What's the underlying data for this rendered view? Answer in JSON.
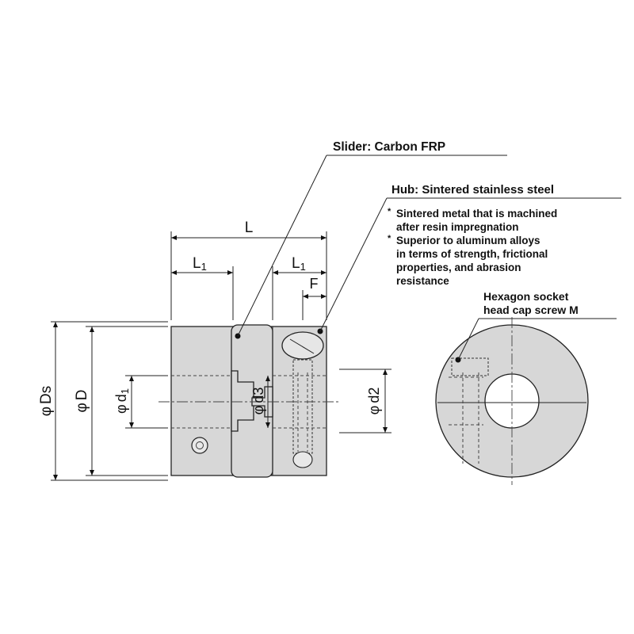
{
  "labels": {
    "slider": "Slider: Carbon FRP",
    "hub": "Hub: Sintered stainless steel",
    "note1_line1": "Sintered metal that is machined",
    "note1_line2": "after resin impregnation",
    "note2_line1": "Superior to aluminum alloys",
    "note2_line2": "in terms of strength, frictional",
    "note2_line3": "properties, and abrasion",
    "note2_line4": "resistance",
    "screw_line1": "Hexagon socket",
    "screw_line2": "head cap screw M",
    "bullet": "*"
  },
  "dimensions": {
    "L": "L",
    "L1_left": "L",
    "L1_right": "L",
    "sub1": "1",
    "F": "F",
    "phi": "φ",
    "Ds": "Ds",
    "D": "D",
    "d": "d",
    "d3": "d3",
    "d2": "d2"
  },
  "colors": {
    "part_fill": "#d7d7d7",
    "line": "#222222",
    "background": "#ffffff"
  }
}
